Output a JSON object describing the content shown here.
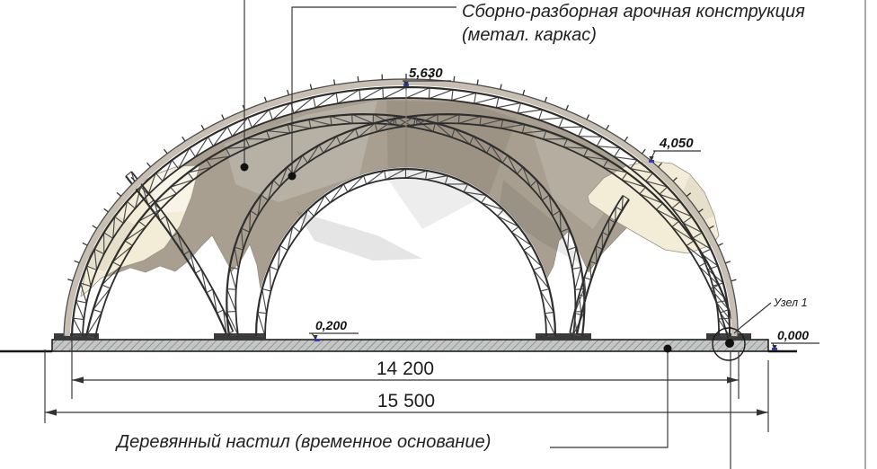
{
  "drawing": {
    "labels": {
      "structure_line1": "Сборно-разборная арочная конструкция",
      "structure_line2": "(метал. каркас)",
      "deck": "Деревянный настил (временное основание)",
      "node": "Узел 1"
    },
    "elevations": {
      "apex": "5,630",
      "canopy_side": "4,050",
      "deck_top": "0,200",
      "ground": "0,000"
    },
    "dimensions": {
      "arch_span": "14 200",
      "deck_length": "15 500"
    },
    "colors": {
      "fabric": "#a89f90",
      "fabric_light": "#f3ecd6",
      "band": "#c7bfb1",
      "band_edge": "#4f4f4f",
      "truss": "#2e2e2e",
      "web": "#4a4a4a",
      "deck_fill": "#c3c6c4",
      "hatch": "#68716f",
      "plate": "#3a3a3a",
      "marker_blue": "#2b3fd4",
      "line": "#333333"
    }
  }
}
